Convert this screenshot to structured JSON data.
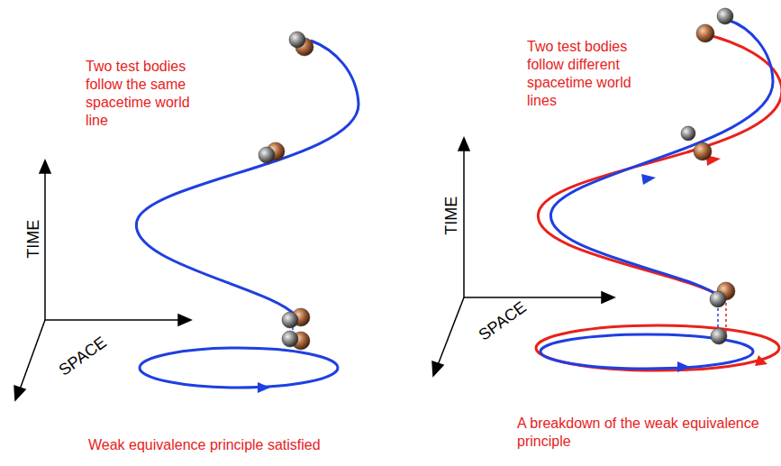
{
  "diagram": {
    "labels": [
      "Two test bodies follow the same spacetime world line",
      "TIME",
      "SPACE",
      "Weak equivalence principle satisfied",
      "Two test bodies follow different spacetime world lines",
      "TIME",
      "SPACE",
      "A breakdown of the weak equivalence principle"
    ]
  }
}
